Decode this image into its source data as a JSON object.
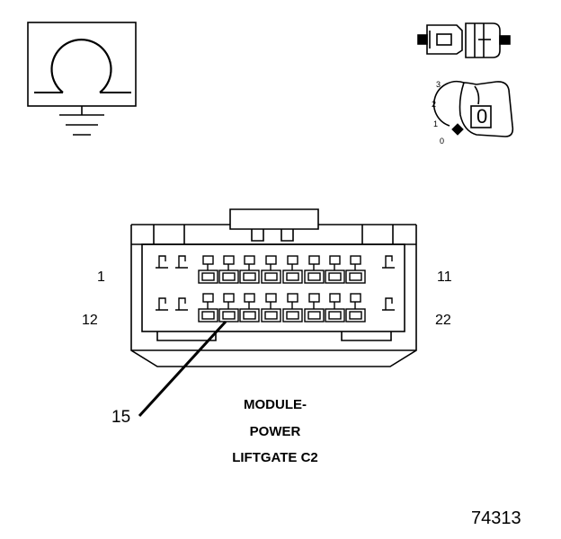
{
  "ohmmeter_symbol": {
    "icon": "ohm-meter-ground-icon"
  },
  "ignition": {
    "positions": [
      "3",
      "2",
      "1",
      "0"
    ],
    "key_label": "0"
  },
  "connector": {
    "title_lines": [
      "MODULE-",
      "POWER",
      "LIFTGATE C2"
    ],
    "pin_labels": {
      "top_left": "1",
      "top_right": "11",
      "bottom_left": "12",
      "bottom_right": "22"
    },
    "callout": "15"
  },
  "figure_id": "74313"
}
